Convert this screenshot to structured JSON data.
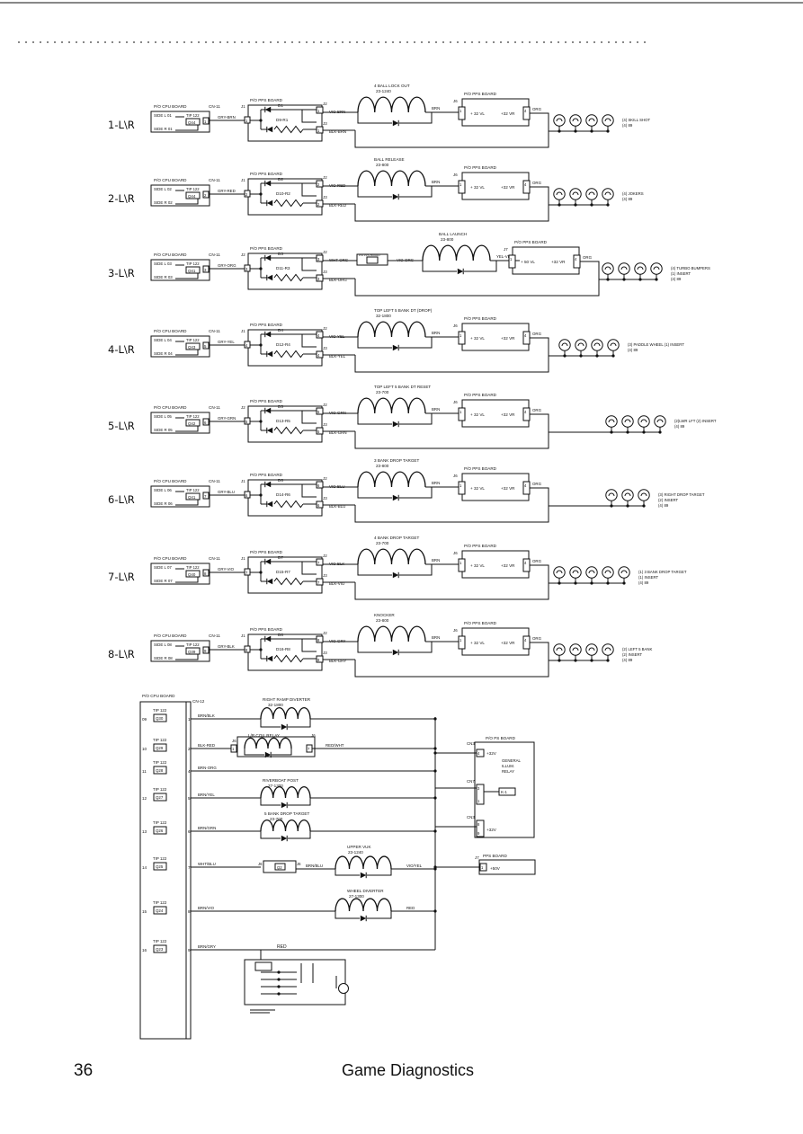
{
  "page": {
    "number": "36",
    "title": "Game Diagnostics"
  },
  "circuits": [
    {
      "id": "1-L\\R",
      "cpu_board": "P/O CPU BOARD",
      "cn": "CN-11",
      "side_l": "SIDE L 01",
      "side_r": "SIDE R 01",
      "tip": "TIP 122",
      "q": "Q44",
      "pin": "1",
      "wire": "GRY-BRN",
      "pps": "P/O PPS BOARD",
      "j_in": "J1",
      "j2": "J2",
      "j3": "J3",
      "diode": "D1",
      "resistor": "D9-R1",
      "out_wire": "VIO-BRN",
      "ret_wire": "BLK-BRN",
      "pin_a": "1",
      "pin_b": "1",
      "coil_name": "4 BALL LOCK OUT",
      "coil_spec": "23-1240",
      "coil_wire": "BRN",
      "board2": "P/O PPS BOARD",
      "j_out": "J6",
      "j_mid": "J6",
      "p_l": "+ 32 VL",
      "p_r": "+32 VR",
      "p_l_pin": "1",
      "p_r_pin": "4",
      "ret": "ORG",
      "lamps": 4,
      "note1": "(4) SKILL SHOT",
      "note2": "(4) 89",
      "note3": ""
    },
    {
      "id": "2-L\\R",
      "cpu_board": "P/O CPU BOARD",
      "cn": "CN-11",
      "side_l": "SIDE L 02",
      "side_r": "SIDE R 02",
      "tip": "TIP 122",
      "q": "Q44",
      "pin": "2",
      "wire": "GRY-RED",
      "pps": "P/O PPS BOARD",
      "j_in": "J1",
      "j2": "J2",
      "j3": "J3",
      "diode": "D2",
      "resistor": "D10-R2",
      "out_wire": "VIO-RED",
      "ret_wire": "BLK-RED",
      "pin_a": "2",
      "pin_b": "2",
      "coil_name": "BALL RELEASE",
      "coil_spec": "23-800",
      "coil_wire": "BRN",
      "board2": "P/O PPS BOARD",
      "j_out": "J6",
      "j_mid": "J6",
      "p_l": "+ 32 VL",
      "p_r": "+32 VR",
      "p_l_pin": "1",
      "p_r_pin": "4",
      "ret": "ORG",
      "lamps": 4,
      "note1": "(4) JOKERS",
      "note2": "(4) 89",
      "note3": ""
    },
    {
      "id": "3-L\\R",
      "cpu_board": "P/O CPU BOARD",
      "cn": "CN-11",
      "side_l": "SIDE L 03",
      "side_r": "SIDE R 03",
      "tip": "TIP 122",
      "q": "Q41",
      "pin": "3",
      "wire": "GRY-ORG",
      "pps": "P/O PPS BOARD",
      "j_in": "J2",
      "j2": "J2",
      "j3": "J3",
      "diode": "D3",
      "resistor": "D11-R3",
      "out_wire": "WHT-ORG",
      "ret_wire": "BLK-ORG",
      "pin_a": "3",
      "pin_b": "3",
      "coil_name": "BALL LAUNCH",
      "coil_spec": "23-800",
      "coil_wire": "YEL-VIO",
      "board2": "P/O PPS BOARD",
      "j_out": "J7",
      "j_mid": "J6",
      "p_l": "+ 50 VL",
      "p_r": "+32 VR",
      "p_l_pin": "1",
      "p_r_pin": "4",
      "ret": "ORG",
      "lamps": 4,
      "note1": "(4) TURBO BUMPERS",
      "note2": "(1) INSERT",
      "note3": "(4) 89",
      "relay": "VIO-ORG"
    },
    {
      "id": "4-L\\R",
      "cpu_board": "P/O CPU BOARD",
      "cn": "CN-11",
      "side_l": "SIDE L 04",
      "side_r": "SIDE R 04",
      "tip": "TIP 122",
      "q": "Q43",
      "pin": "5",
      "wire": "GRY-YEL",
      "pps": "P/O PPS BOARD",
      "j_in": "J1",
      "j2": "J2",
      "j3": "J3",
      "diode": "D4",
      "resistor": "D12-R4",
      "out_wire": "VIO-YEL",
      "ret_wire": "BLK-YEL",
      "pin_a": "4",
      "pin_b": "4",
      "coil_name": "TOP LEFT 5 BANK DT (DROP)",
      "coil_spec": "32-1800",
      "coil_wire": "BRN",
      "board2": "P/O PPS BOARD",
      "j_out": "J6",
      "j_mid": "J6",
      "p_l": "+ 32 VL",
      "p_r": "+32 VR",
      "p_l_pin": "1",
      "p_r_pin": "4",
      "ret": "ORG",
      "lamps": 4,
      "note1": "(3) PADDLE WHEEL (1) INSERT",
      "note2": "(4) 89",
      "note3": ""
    },
    {
      "id": "5-L\\R",
      "cpu_board": "P/O CPU BOARD",
      "cn": "CN-11",
      "side_l": "SIDE L 05",
      "side_r": "SIDE R 05",
      "tip": "TIP 122",
      "q": "Q42",
      "pin": "6",
      "wire": "GRY-GRN",
      "pps": "P/O PPS BOARD",
      "j_in": "J2",
      "j2": "J2",
      "j3": "J3",
      "diode": "D5",
      "resistor": "D13-R5",
      "out_wire": "VIO-GRN",
      "ret_wire": "BLK-GRN",
      "pin_a": "5",
      "pin_b": "5",
      "coil_name": "TOP LEFT 5 BANK DT RESET",
      "coil_spec": "23-700",
      "coil_wire": "BRN",
      "board2": "P/O PPS BOARD",
      "j_out": "J6",
      "j_mid": "J6",
      "p_l": "+ 32 VL",
      "p_r": "+32 VR",
      "p_l_pin": "1",
      "p_r_pin": "4",
      "ret": "ORG",
      "lamps": 4,
      "note1": "(2)LWR LFT (2) INSERT",
      "note2": "(4) 89",
      "note3": ""
    },
    {
      "id": "6-L\\R",
      "cpu_board": "P/O CPU BOARD",
      "cn": "CN-11",
      "side_l": "SIDE L 06",
      "side_r": "SIDE R 06",
      "tip": "TIP 122",
      "q": "Q41",
      "pin": "7",
      "wire": "GRY-BLU",
      "pps": "P/O PPS BOARD",
      "j_in": "J1",
      "j2": "J2",
      "j3": "J3",
      "diode": "D6",
      "resistor": "D14-R6",
      "out_wire": "VIO-BLU",
      "ret_wire": "BLK-BLU",
      "pin_a": "6",
      "pin_b": "6",
      "coil_name": "3 BANK DROP TARGET",
      "coil_spec": "23-800",
      "coil_wire": "BRN",
      "board2": "P/O PPS BOARD",
      "j_out": "J6",
      "j_mid": "J6",
      "p_l": "+ 32 VL",
      "p_r": "+32 VR",
      "p_l_pin": "1",
      "p_r_pin": "4",
      "ret": "ORG",
      "lamps": 3,
      "note1": "(3) RIGHT DROP TARGET",
      "note2": "(2) INSERT",
      "note3": "(4) 89"
    },
    {
      "id": "7-L\\R",
      "cpu_board": "P/O CPU BOARD",
      "cn": "CN-11",
      "side_l": "SIDE L 07",
      "side_r": "SIDE R 07",
      "tip": "TIP 122",
      "q": "Q40",
      "pin": "8",
      "wire": "GRY-VIO",
      "pps": "P/O PPS BOARD",
      "j_in": "J1",
      "j2": "J2",
      "j3": "J3",
      "diode": "D7",
      "resistor": "D15-R7",
      "out_wire": "VIO-BLK",
      "ret_wire": "BLK-VIO",
      "pin_a": "7",
      "pin_b": "7",
      "coil_name": "4 BANK DROP TARGET",
      "coil_spec": "23-700",
      "coil_wire": "BRN",
      "board2": "P/O PPS BOARD",
      "j_out": "J6",
      "j_mid": "J6",
      "p_l": "+ 32 VL",
      "p_r": "+32 VR",
      "p_l_pin": "1",
      "p_r_pin": "4",
      "ret": "ORG",
      "lamps": 5,
      "note1": "(1) 3 BANK DROP TARGET",
      "note2": "(1) INSERT",
      "note3": "(4) 89"
    },
    {
      "id": "8-L\\R",
      "cpu_board": "P/O CPU BOARD",
      "cn": "CN-11",
      "side_l": "SIDE L 08",
      "side_r": "SIDE R 08",
      "tip": "TIP 122",
      "q": "Q39",
      "pin": "9",
      "wire": "GRY-BLK",
      "pps": "P/O PPS BOARD",
      "j_in": "J1",
      "j2": "J2",
      "j3": "J3",
      "diode": "D8",
      "resistor": "D16-R8",
      "out_wire": "VIO-GRY",
      "ret_wire": "BLK-GRY",
      "pin_a": "8",
      "pin_b": "8",
      "coil_name": "KNOCKER",
      "coil_spec": "23-800",
      "coil_wire": "BRN",
      "board2": "P/O PPS BOARD",
      "j_out": "J6",
      "j_mid": "J6",
      "p_l": "+ 32 VL",
      "p_r": "+32 VR",
      "p_l_pin": "1",
      "p_r_pin": "4",
      "ret": "ORG",
      "lamps": 4,
      "note1": "(2) LEFT 5 BANK",
      "note2": "(2) INSERT",
      "note3": "(4) 89"
    }
  ],
  "lower": {
    "board": "P/O CPU BOARD",
    "cn": "CN-12",
    "drivers": [
      {
        "num": "09",
        "tip": "TIP 122",
        "q": "Q30",
        "pin": "1",
        "wire": "BRN/BLK",
        "device": "RIGHT RAMP DIVERTER",
        "spec": "32-1800"
      },
      {
        "num": "10",
        "tip": "TIP 122",
        "q": "Q29",
        "pin": "2",
        "wire": "BLK-RED",
        "device": "L/R COIL RELAY",
        "spec": "",
        "jl": "J6",
        "jr": "J6",
        "pl": "1",
        "pr": "7",
        "out": "RED/WHT"
      },
      {
        "num": "11",
        "tip": "TIP 122",
        "q": "Q28",
        "pin": "4",
        "wire": "BRN-ORG",
        "device": "",
        "spec": ""
      },
      {
        "num": "12",
        "tip": "TIP 122",
        "q": "Q27",
        "pin": "5",
        "wire": "BRN/YEL",
        "device": "RIVERBOAT POST",
        "spec": "27-1300"
      },
      {
        "num": "13",
        "tip": "TIP 122",
        "q": "Q26",
        "pin": "6",
        "wire": "BRN/GRN",
        "device": "5 BANK DROP TARGET",
        "spec": "23-700"
      },
      {
        "num": "14",
        "tip": "TIP 122",
        "q": "Q25",
        "pin": "7",
        "wire": "WHT/BLU",
        "device": "UPPER VUK",
        "spec": "23-1240",
        "mid": "BRN/BLU",
        "out": "VIO/YEL",
        "jl": "J6",
        "jr": "J6",
        "q2": "Q2"
      },
      {
        "num": "15",
        "tip": "TIP 122",
        "q": "Q24",
        "pin": "8",
        "wire": "BRN/VIO",
        "device": "WHEEL DIVERTER",
        "spec": "27-1300",
        "out": "RED"
      },
      {
        "num": "16",
        "tip": "TIP 122",
        "q": "Q23",
        "pin": "9",
        "wire": "BRN/GRY",
        "device": "",
        "spec": "",
        "out": "RED"
      }
    ],
    "ps_board": "P/O PS BOARD",
    "cn3": "CN3",
    "cn7": "CN7",
    "cn3b": "CN3",
    "v32": "+32V",
    "v32b": "+32V",
    "illum": [
      "GENERAL",
      "ILLUM.",
      "RELAY"
    ],
    "relay": "K-1",
    "pps_board": "PPS BOARD",
    "j7": "J7",
    "v50": "+50V",
    "ps_pins": [
      "4",
      "3",
      "1",
      "2",
      "8",
      "9",
      "1"
    ]
  },
  "colors": {
    "ink": "#111111",
    "paper": "#ffffff"
  }
}
